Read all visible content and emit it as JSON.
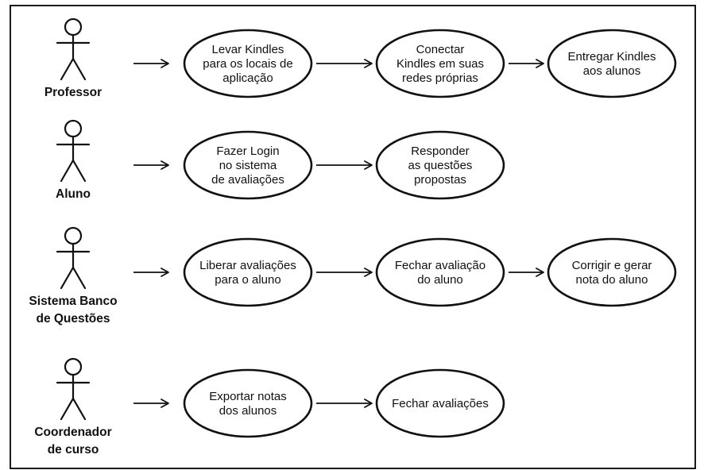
{
  "rows": [
    {
      "actor": {
        "name_lines": [
          "Professor"
        ]
      },
      "use_cases": [
        {
          "lines": [
            "Levar Kindles",
            "para os locais de",
            "aplicação"
          ]
        },
        {
          "lines": [
            "Conectar",
            "Kindles em suas",
            "redes próprias"
          ]
        },
        {
          "lines": [
            "Entregar Kindles",
            "aos alunos"
          ]
        }
      ]
    },
    {
      "actor": {
        "name_lines": [
          "Aluno"
        ]
      },
      "use_cases": [
        {
          "lines": [
            "Fazer Login",
            "no sistema",
            "de avaliações"
          ]
        },
        {
          "lines": [
            "Responder",
            "as questões",
            "propostas"
          ]
        }
      ]
    },
    {
      "actor": {
        "name_lines": [
          "Sistema Banco",
          "de Questões"
        ]
      },
      "use_cases": [
        {
          "lines": [
            "Liberar avaliações",
            "para o aluno"
          ]
        },
        {
          "lines": [
            "Fechar avaliação",
            "do aluno"
          ]
        },
        {
          "lines": [
            "Corrigir e gerar",
            "nota do aluno"
          ]
        }
      ]
    },
    {
      "actor": {
        "name_lines": [
          "Coordenador",
          "de curso"
        ]
      },
      "use_cases": [
        {
          "lines": [
            "Exportar notas",
            "dos alunos"
          ]
        },
        {
          "lines": [
            "Fechar avaliações"
          ]
        }
      ]
    }
  ]
}
